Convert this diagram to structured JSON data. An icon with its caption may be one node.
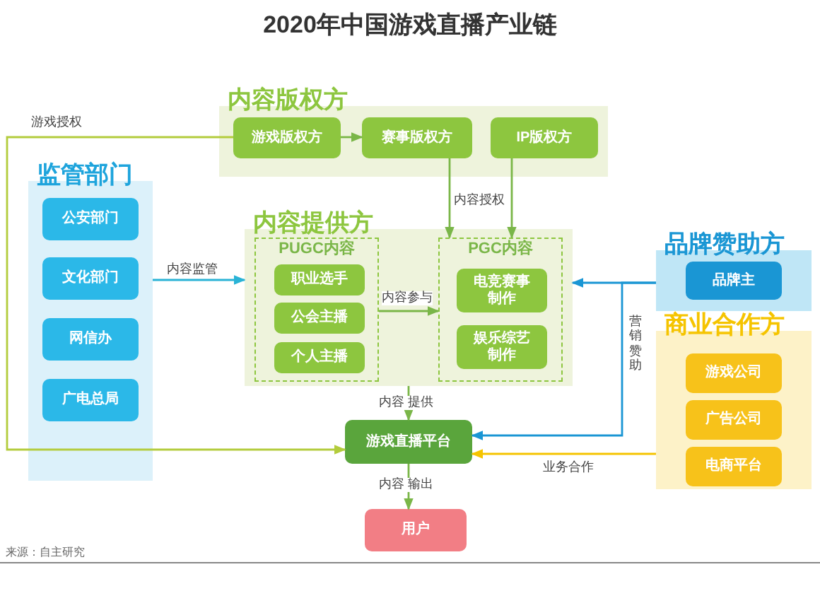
{
  "diagram": {
    "title": "2020年中国游戏直播产业链",
    "nodes": [
      {
        "text": [
          "内容版权方"
        ]
      },
      {
        "text": [
          "游戏版权方"
        ],
        "in": 0
      },
      {
        "text": [
          "赛事版权方"
        ],
        "in": 0
      },
      {
        "text": [
          "IP版权方"
        ],
        "in": 0
      },
      {
        "text": [
          "监管部门"
        ]
      },
      {
        "text": [
          "公安部门"
        ],
        "in": 4
      },
      {
        "text": [
          "文化部门"
        ],
        "in": 4
      },
      {
        "text": [
          "网信办"
        ],
        "in": 4
      },
      {
        "text": [
          "广电总局"
        ],
        "in": 4
      },
      {
        "text": [
          "内容提供方"
        ]
      },
      {
        "text": [
          "PUGC内容"
        ],
        "in": 9
      },
      {
        "text": [
          "职业选手"
        ],
        "in": 10
      },
      {
        "text": [
          "公会主播"
        ],
        "in": 10
      },
      {
        "text": [
          "个人主播"
        ],
        "in": 10
      },
      {
        "text": [
          "PGC内容"
        ],
        "in": 9
      },
      {
        "text": [
          "电竞赛事制作"
        ],
        "in": 14
      },
      {
        "text": [
          "娱乐综艺制作"
        ],
        "in": 14
      },
      {
        "text": [
          "品牌赞助方"
        ]
      },
      {
        "text": [
          "品牌主"
        ],
        "in": 17
      },
      {
        "text": [
          "商业合作方"
        ]
      },
      {
        "text": [
          "游戏公司"
        ],
        "in": 19
      },
      {
        "text": [
          "广告公司"
        ],
        "in": 19
      },
      {
        "text": [
          "电商平台"
        ],
        "in": 19
      },
      {
        "text": [
          "游戏直播平台"
        ]
      },
      {
        "text": [
          "用户"
        ]
      }
    ],
    "edges": [
      {
        "from": 1,
        "to": 23,
        "arrow": "to",
        "label": "游戏授权",
        "color": "#b3cc3c"
      },
      {
        "from": 1,
        "to": 2,
        "arrow": "to"
      },
      {
        "from": 2,
        "to": 14,
        "arrow": "to"
      },
      {
        "from": 3,
        "to": 14,
        "arrow": "to"
      },
      {
        "from": 4,
        "to": 9,
        "arrow": "to",
        "label": "内容监管",
        "color": "#2ab3d6"
      },
      {
        "from": 10,
        "to": 14,
        "arrow": "to",
        "label": "内容参与"
      },
      {
        "from": 9,
        "to": 23,
        "arrow": "to",
        "label": "内容 提供"
      },
      {
        "from": 23,
        "to": 24,
        "arrow": "to",
        "label": "内容 输出"
      },
      {
        "from": 17,
        "to": 9,
        "arrow": "to",
        "color": "#1a96d4"
      },
      {
        "from": 17,
        "to": 23,
        "arrow": "to",
        "label": "营销赞助",
        "color": "#1a96d4"
      },
      {
        "from": 19,
        "to": 23,
        "arrow": "to",
        "label": "业务合作",
        "color": "#f5c400"
      }
    ],
    "labels": [
      "内容授权",
      "来源：自主研究"
    ]
  }
}
